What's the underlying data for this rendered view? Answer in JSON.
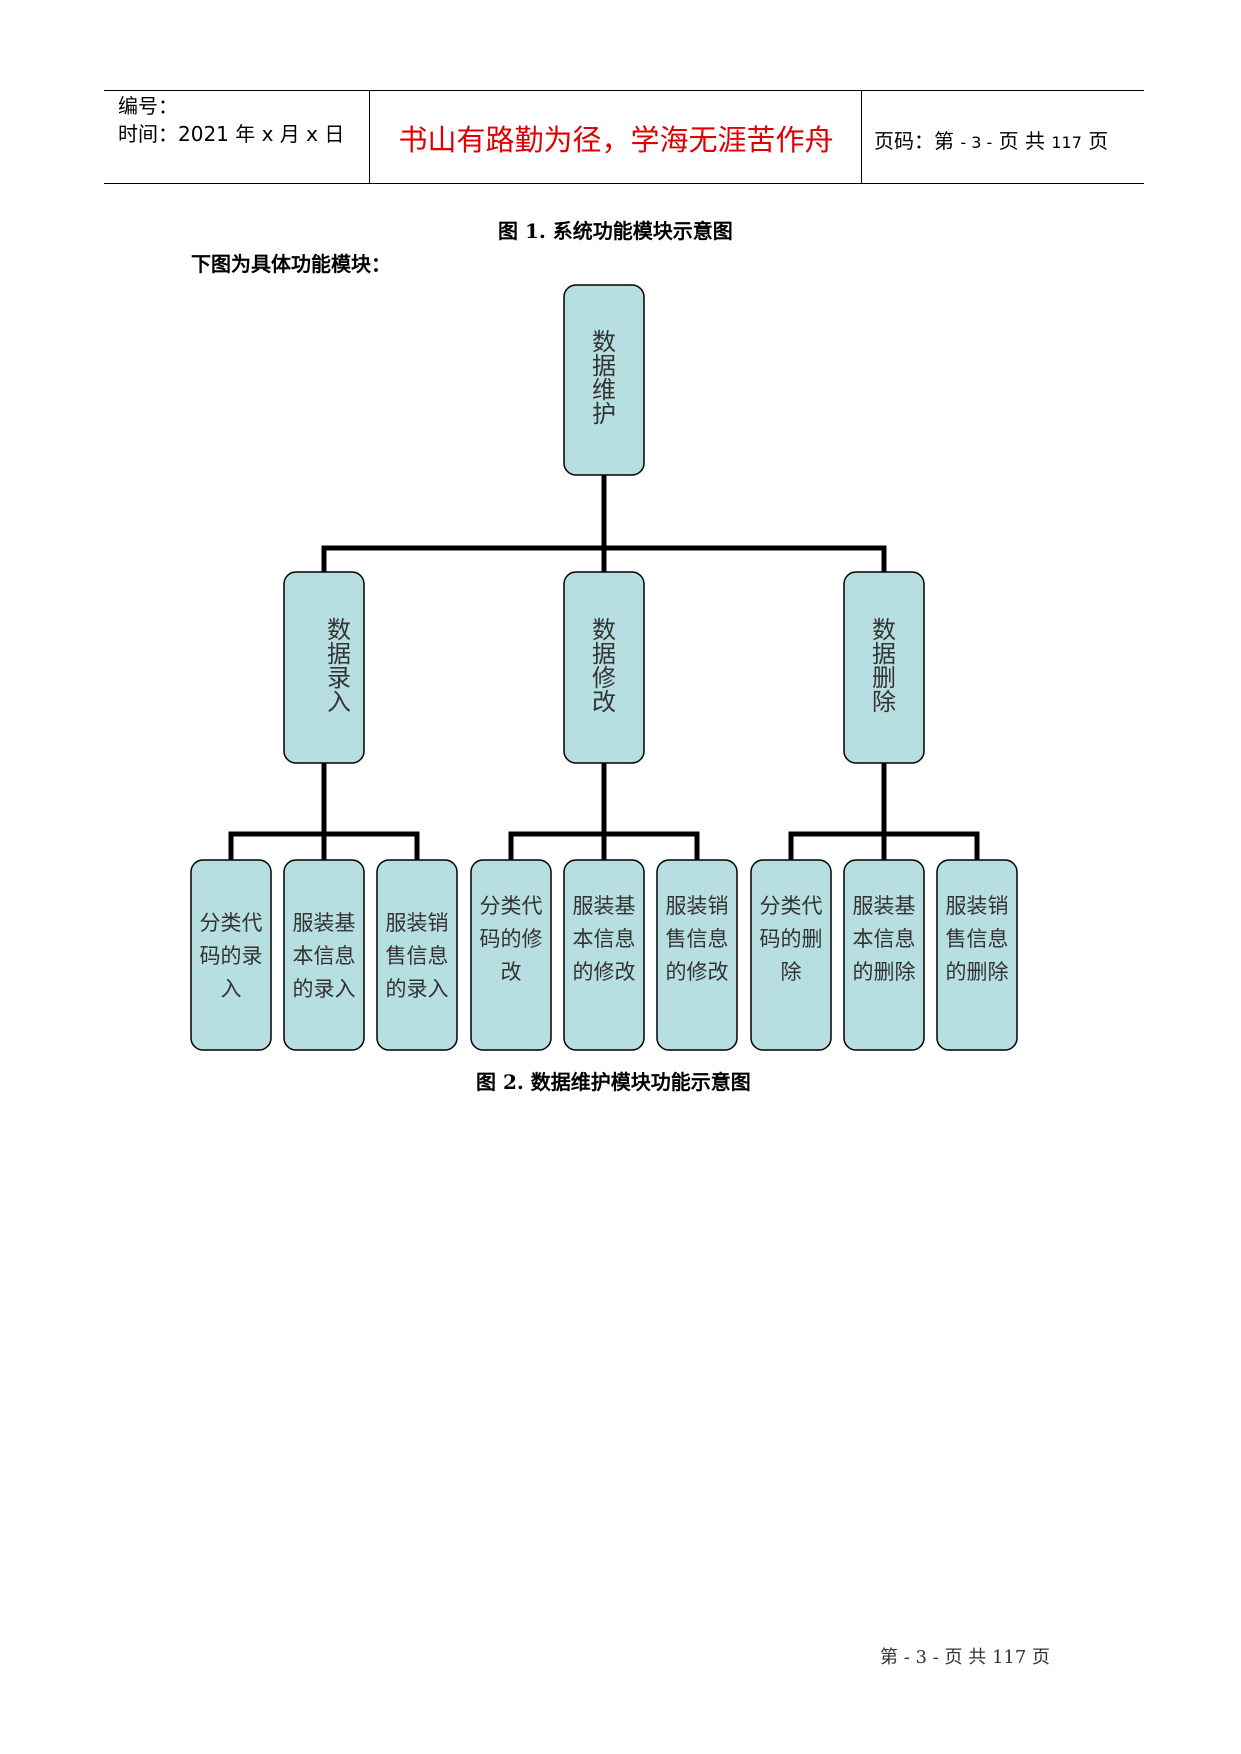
{
  "header": {
    "number_label": "编号：",
    "time_label": "时间：2021 年 x 月 x 日",
    "motto": "书山有路勤为径，学海无涯苦作舟",
    "page_prefix": "页码：第",
    "page_num": "- 3 -",
    "page_mid": "页  共",
    "page_total": "117",
    "page_suffix": "页"
  },
  "figure1_caption": "图 1.  系统功能模块示意图",
  "intro_text": "下图为具体功能模块：",
  "diagram": {
    "root": "数据维护",
    "branches": [
      {
        "label": "数据录入",
        "children": [
          "分类代码的录入",
          "服装基本信息的录入",
          "服装销售信息的录入"
        ]
      },
      {
        "label": "数据修改",
        "children": [
          "分类代码的修改",
          "服装基本信息的修改",
          "服装销售信息的修改"
        ]
      },
      {
        "label": "数据删除",
        "children": [
          "分类代码的删除",
          "服装基本信息的删除",
          "服装销售信息的删除"
        ]
      }
    ],
    "colors": {
      "box_fill": "#b7dfe1",
      "box_stroke": "#000000",
      "line": "#000000"
    }
  },
  "figure2_caption": "图 2.  数据维护模块功能示意图",
  "footer": "第 - 3 - 页 共 117 页"
}
